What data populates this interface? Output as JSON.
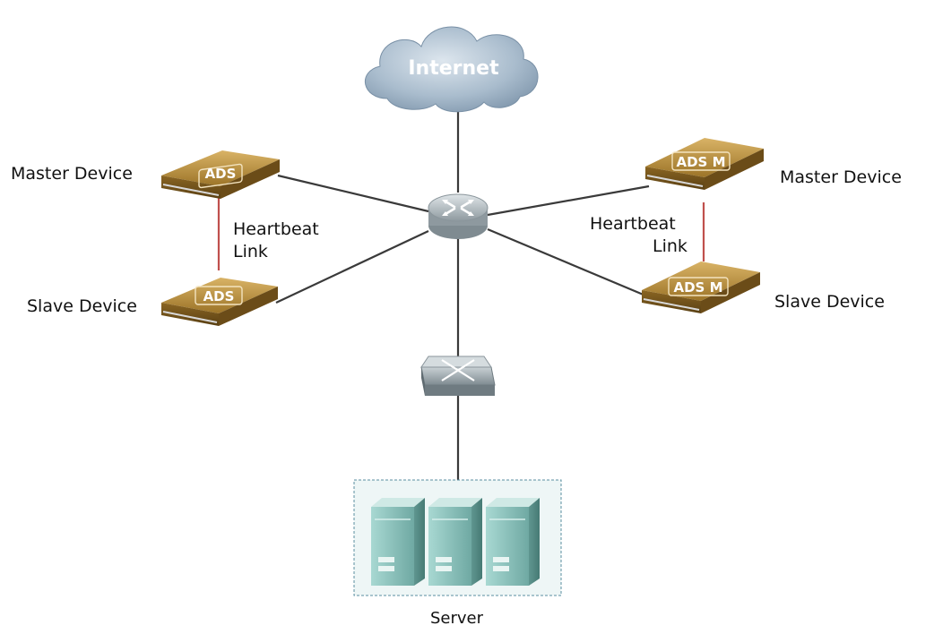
{
  "cloud": {
    "label": "Internet"
  },
  "left": {
    "master_label": "Master Device",
    "slave_label": "Slave Device",
    "master_device_text": "ADS",
    "slave_device_text": "ADS",
    "heartbeat_line1": "Heartbeat",
    "heartbeat_line2": "Link"
  },
  "right": {
    "master_label": "Master Device",
    "slave_label": "Slave Device",
    "master_device_text": "ADS M",
    "slave_device_text": "ADS M",
    "heartbeat_line1": "Heartbeat",
    "heartbeat_line2": "Link"
  },
  "server": {
    "label": "Server"
  },
  "colors": {
    "link": "#3a3a3a",
    "heartbeat": "#c0504d",
    "device_gold": "#b48a3c",
    "cloud": "#9fb3c6",
    "router": "#9aa4aa",
    "server": "#8fc3bd"
  },
  "icons": [
    "cloud-icon",
    "router-icon",
    "switch-icon",
    "load-balancer-icon",
    "server-rack-icon"
  ]
}
